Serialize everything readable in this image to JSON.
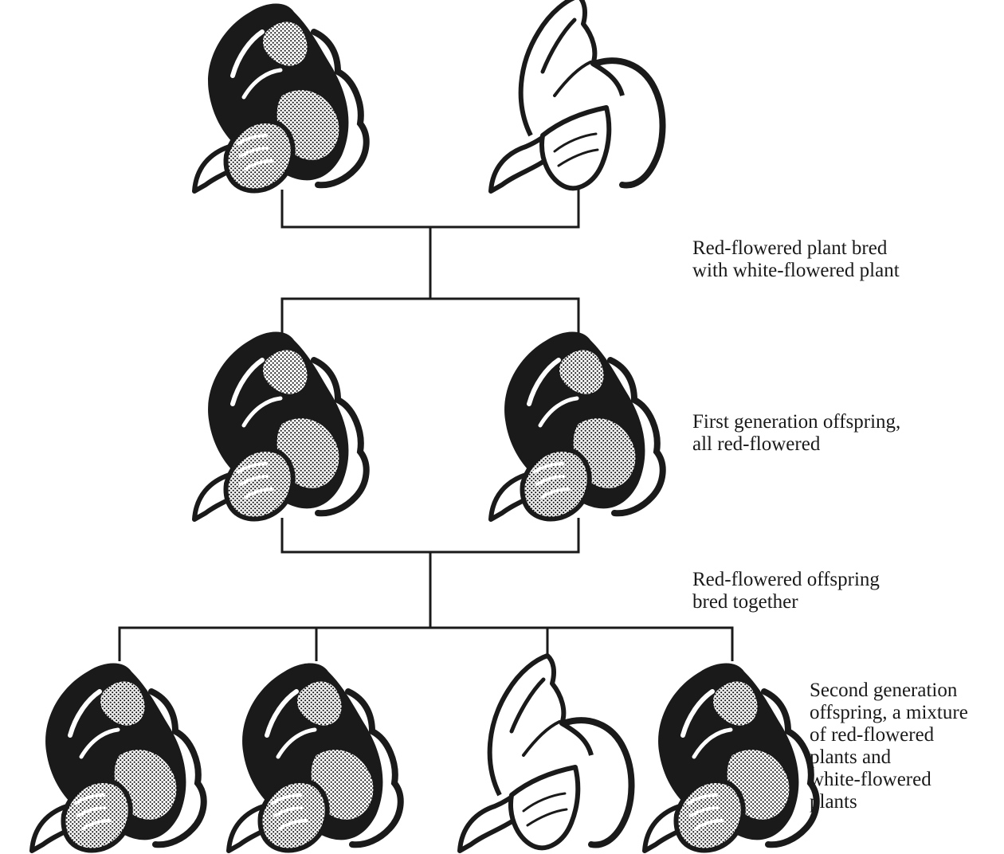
{
  "captions": {
    "parents": "Red-flowered plant bred\nwith white-flowered plant",
    "first_generation": "First generation offspring,\nall red-flowered",
    "cross": "Red-flowered offspring\nbred together",
    "second_generation": "Second generation\noffspring, a mixture\nof red-flowered\nplants and\nwhite-flowered\nplants"
  },
  "generations": {
    "parents": [
      "red",
      "white"
    ],
    "first": [
      "red",
      "red"
    ],
    "second": [
      "red",
      "red",
      "white",
      "red"
    ]
  },
  "colors": {
    "ink": "#1a1a1a",
    "background": "#ffffff"
  }
}
